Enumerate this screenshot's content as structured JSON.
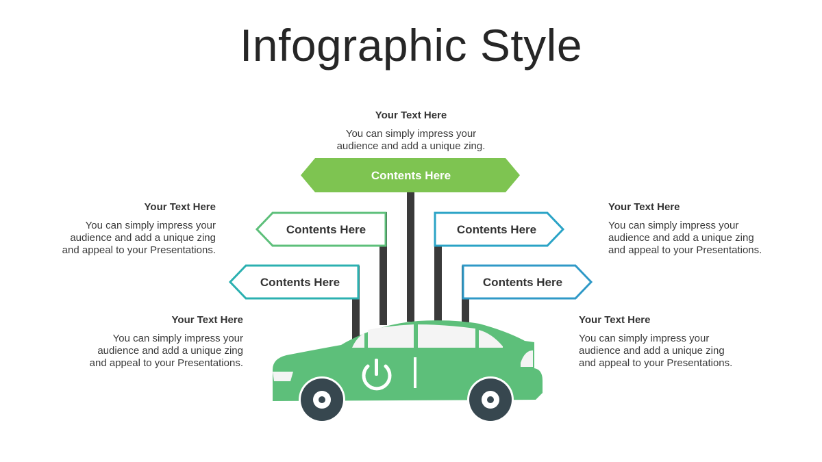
{
  "title": "Infographic Style",
  "blocks": {
    "top": {
      "head": "Your Text Here",
      "body": "You can simply impress your\naudience and add a unique zing."
    },
    "upper_left": {
      "head": "Your Text Here",
      "body": "You can simply impress your\naudience and add a unique zing\nand appeal to your Presentations."
    },
    "lower_left": {
      "head": "Your Text Here",
      "body": "You can simply impress your\naudience and add a unique zing\nand appeal to your Presentations."
    },
    "upper_right": {
      "head": "Your Text Here",
      "body": "You can simply impress your\naudience and add a unique zing\nand appeal to your Presentations."
    },
    "lower_right": {
      "head": "Your Text Here",
      "body": "You can simply impress your\naudience and add a unique zing\nand appeal to your Presentations."
    }
  },
  "signs": {
    "top": "Contents Here",
    "upper_left": "Contents Here",
    "lower_left": "Contents Here",
    "upper_right": "Contents Here",
    "lower_right": "Contents Here"
  },
  "colors": {
    "green_fill": "#7ec451",
    "green_stroke": "#5dbf7a",
    "teal_stroke": "#2bb0b0",
    "cyan_stroke": "#2aa3c6",
    "blue_stroke": "#2f99c7",
    "pole": "#3a3a3a",
    "car": "#5dbf7a",
    "wheel": "#37474f"
  },
  "icons": {
    "car": "car-icon",
    "power": "power-icon"
  }
}
